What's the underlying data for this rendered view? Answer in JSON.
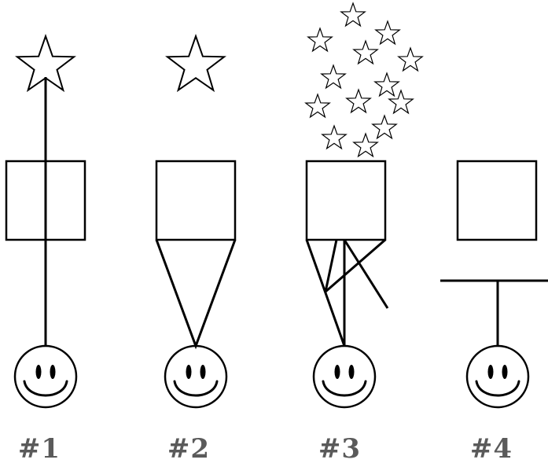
{
  "panels": [
    {
      "label": "#1"
    },
    {
      "label": "#2"
    },
    {
      "label": "#3"
    },
    {
      "label": "#4"
    }
  ],
  "colors": {
    "stroke": "#000000",
    "background": "#ffffff",
    "label": "#5a5a5a"
  },
  "icons": [
    "star-icon",
    "smiley-face-icon"
  ]
}
